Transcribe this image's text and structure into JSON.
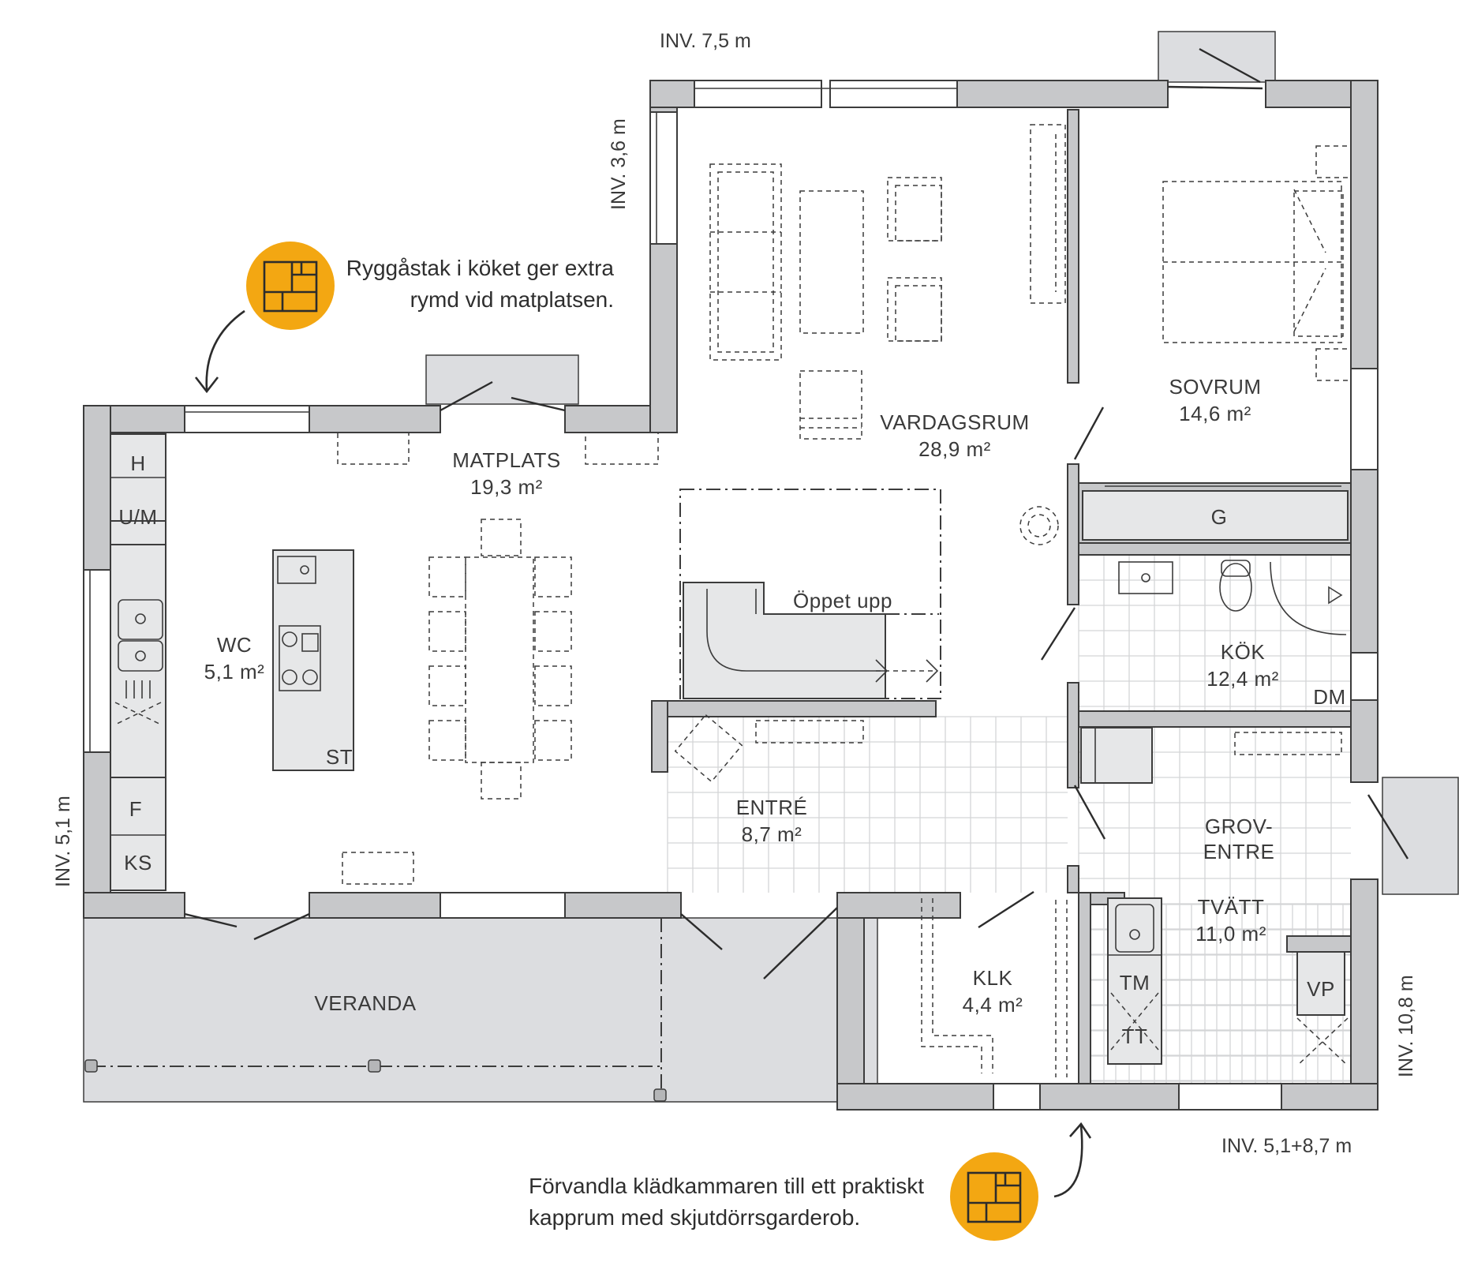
{
  "dimensions": {
    "top": "INV. 7,5 m",
    "upper_left": "INV. 3,6 m",
    "left": "INV. 5,1 m",
    "right": "INV. 10,8 m",
    "bottom": "INV. 5,1+8,7 m"
  },
  "rooms": {
    "matplats": {
      "name": "MATPLATS",
      "area": "19,3 m²"
    },
    "vardagsrum": {
      "name": "VARDAGSRUM",
      "area": "28,9 m²"
    },
    "sovrum": {
      "name": "SOVRUM",
      "area": "14,6 m²"
    },
    "wc": {
      "name": "WC",
      "area": "5,1 m²"
    },
    "kok": {
      "name": "KÖK",
      "area": "12,4 m²"
    },
    "entre": {
      "name": "ENTRÉ",
      "area": "8,7 m²"
    },
    "grov_entre": {
      "name_line1": "GROV-",
      "name_line2": "ENTRE"
    },
    "tvatt": {
      "name": "TVÄTT",
      "area": "11,0 m²"
    },
    "klk": {
      "name": "KLK",
      "area": "4,4 m²"
    },
    "veranda": {
      "name": "VERANDA"
    }
  },
  "fixture_labels": {
    "h": "H",
    "um": "U/M",
    "f": "F",
    "ks": "KS",
    "st": "ST",
    "g": "G",
    "dm": "DM",
    "tm": "TM",
    "tt": "TT",
    "vp": "VP",
    "oppet_upp": "Öppet upp"
  },
  "notes": {
    "top_line1": "Ryggåstak i köket ger extra",
    "top_line2": "rymd vid matplatsen.",
    "bottom_line1": "Förvandla klädkammaren till ett praktiskt",
    "bottom_line2": "kapprum med skjutdörrsgarderob."
  },
  "colors": {
    "wall": "#c7c8ca",
    "line": "#3c3c3c",
    "badge": "#f3a712",
    "tile": "#d4d5d7"
  },
  "icons": [
    "floorplan-badge-icon",
    "curved-arrow-icon"
  ]
}
